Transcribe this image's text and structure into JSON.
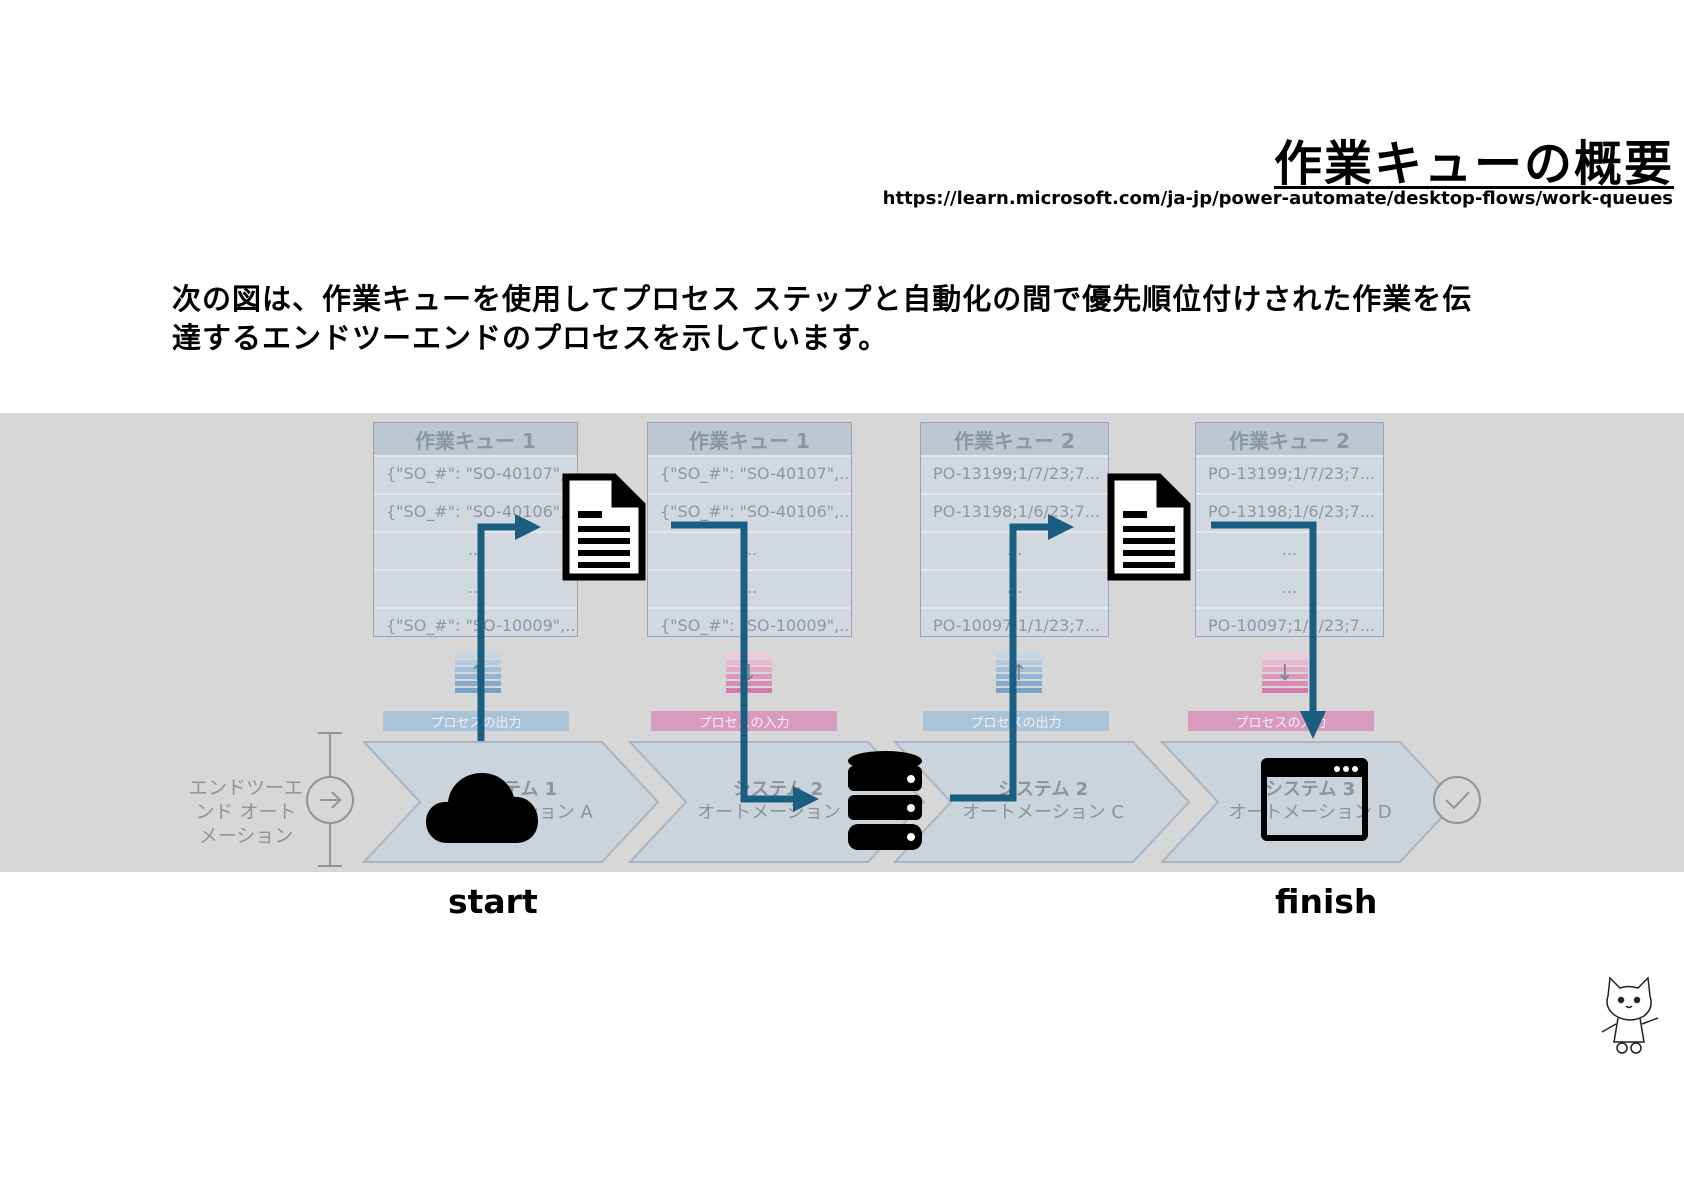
{
  "header": {
    "title": "作業キューの概要",
    "url": "https://learn.microsoft.com/ja-jp/power-automate/desktop-flows/work-queues"
  },
  "description": {
    "line1": "次の図は、作業キューを使用してプロセス ステップと自動化の間で優先順位付けされた作業を伝",
    "line2": "達するエンドツーエンドのプロセスを示しています。"
  },
  "diagram": {
    "e2e_label": "エンドツーエンド オートメーション",
    "queues": [
      {
        "title": "作業キュー 1",
        "rows": [
          "{\"SO_#\": \"SO-40107\",...}",
          "{\"SO_#\": \"SO-40106\",...}",
          "...",
          "...",
          "{\"SO_#\": \"SO-10009\",...}"
        ]
      },
      {
        "title": "作業キュー 1",
        "rows": [
          "{\"SO_#\": \"SO-40107\",...}",
          "{\"SO_#\": \"SO-40106\",...}",
          "...",
          "...",
          "{\"SO_#\": \"SO-10009\",...}"
        ]
      },
      {
        "title": "作業キュー 2",
        "rows": [
          "PO-13199;1/7/23;7...",
          "PO-13198;1/6/23;7...",
          "...",
          "...",
          "PO-10097;1/1/23;7..."
        ]
      },
      {
        "title": "作業キュー 2",
        "rows": [
          "PO-13199;1/7/23;7...",
          "PO-13198;1/6/23;7...",
          "...",
          "...",
          "PO-10097;1/1/23;7..."
        ]
      }
    ],
    "tags": [
      "プロセスの出力",
      "プロセスの入力",
      "プロセスの出力",
      "プロセスの入力"
    ],
    "systems": [
      {
        "line1": "システム 1",
        "line2": "オートメーション A"
      },
      {
        "line1": "システム 2",
        "line2": "オートメーション B"
      },
      {
        "line1": "システム 2",
        "line2": "オートメーション C"
      },
      {
        "line1": "システム 3",
        "line2": "オートメーション D"
      }
    ],
    "icons": [
      "cloud-icon",
      "document-icon",
      "database-icon",
      "document-icon",
      "app-window-icon",
      "arrow-right-circle-icon",
      "check-circle-icon"
    ],
    "colors": {
      "flow": "#1a5f82",
      "panel": "#d7d7d7",
      "output_tag": "#a9c3d8",
      "input_tag": "#d99bbd"
    }
  },
  "labels": {
    "start": "start",
    "finish": "finish"
  }
}
